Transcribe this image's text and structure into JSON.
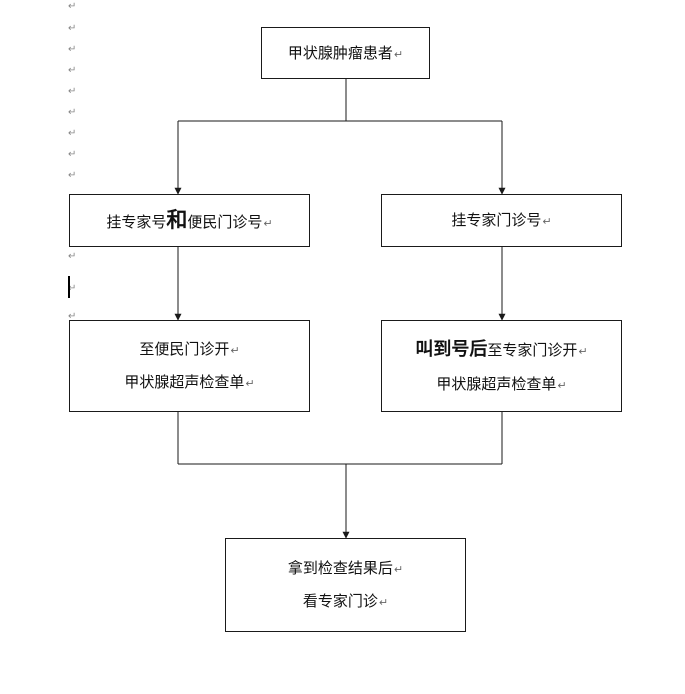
{
  "paragraph_mark": "↵",
  "nodes": {
    "patient": {
      "text": "甲状腺肿瘤患者"
    },
    "left_register": {
      "before": "挂专家号",
      "emph": "和",
      "after": "便民门诊号"
    },
    "right_register": {
      "text": "挂专家门诊号"
    },
    "left_exam": {
      "line1": "至便民门诊开",
      "line2": "甲状腺超声检查单"
    },
    "right_exam": {
      "emph": "叫到号后",
      "line1_rest": "至专家门诊开",
      "line2": "甲状腺超声检查单"
    },
    "result": {
      "line1": "拿到检查结果后",
      "line2": "看专家门诊"
    }
  }
}
